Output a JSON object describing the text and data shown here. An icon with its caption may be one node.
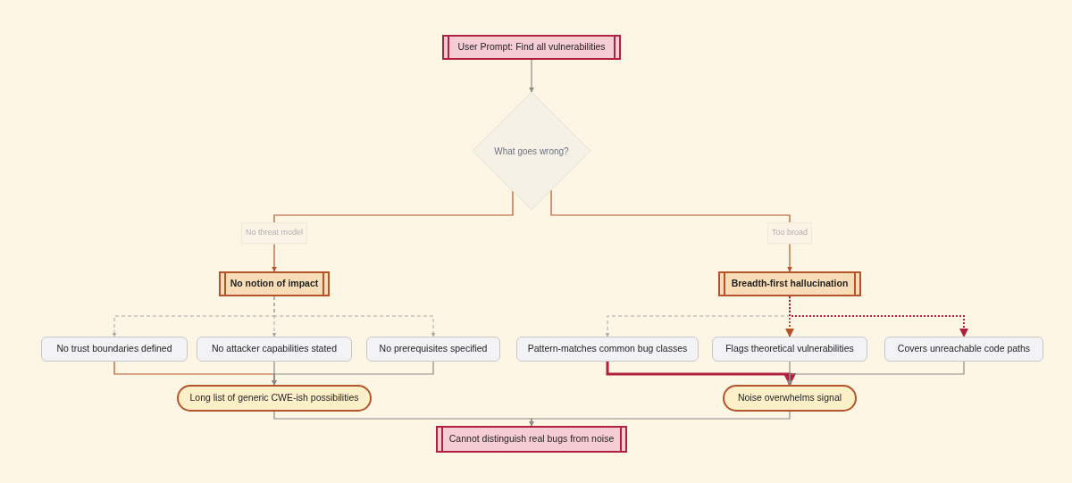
{
  "diagram": {
    "nodes": [
      {
        "text": [
          "User Prompt: Find all vulnerabilities"
        ]
      },
      {
        "text": [
          "What goes wrong?"
        ]
      },
      {
        "text": [
          "No notion of impact"
        ]
      },
      {
        "text": [
          "Breadth-first hallucination"
        ]
      },
      {
        "text": [
          "No trust boundaries defined"
        ]
      },
      {
        "text": [
          "No attacker capabilities stated"
        ]
      },
      {
        "text": [
          "No prerequisites specified"
        ]
      },
      {
        "text": [
          "Pattern-matches common bug classes"
        ]
      },
      {
        "text": [
          "Flags theoretical vulnerabilities"
        ]
      },
      {
        "text": [
          "Covers unreachable code paths"
        ]
      },
      {
        "text": [
          "Long list of generic CWE-ish possibilities"
        ]
      },
      {
        "text": [
          "Noise overwhelms signal"
        ]
      },
      {
        "text": [
          "Cannot distinguish real bugs from noise"
        ]
      }
    ],
    "edges": [
      {
        "from": 0,
        "to": 1,
        "arrow": "to"
      },
      {
        "from": 1,
        "to": 2,
        "arrow": "to",
        "label": "No threat model",
        "color": "#b5532a"
      },
      {
        "from": 1,
        "to": 3,
        "arrow": "to",
        "label": "Too broad",
        "color": "#b5532a"
      },
      {
        "from": 2,
        "to": 4,
        "arrow": "to",
        "style": "dashed",
        "color": "#a8a8a8"
      },
      {
        "from": 2,
        "to": 5,
        "arrow": "to",
        "style": "dashed",
        "color": "#a8a8a8"
      },
      {
        "from": 2,
        "to": 6,
        "arrow": "to",
        "style": "dashed",
        "color": "#a8a8a8"
      },
      {
        "from": 3,
        "to": 7,
        "arrow": "to",
        "style": "dashed",
        "color": "#a8a8a8"
      },
      {
        "from": 3,
        "to": 8,
        "arrow": "to",
        "style": "dashed",
        "color": "#b5532a"
      },
      {
        "from": 3,
        "to": 9,
        "arrow": "to",
        "style": "dashed",
        "color": "#b0203f"
      },
      {
        "from": 4,
        "to": 10,
        "arrow": "to",
        "color": "#b5532a"
      },
      {
        "from": 5,
        "to": 10,
        "arrow": "to"
      },
      {
        "from": 6,
        "to": 10,
        "arrow": "to"
      },
      {
        "from": 7,
        "to": 11,
        "arrow": "to",
        "style": "thick",
        "color": "#b0203f"
      },
      {
        "from": 8,
        "to": 11,
        "arrow": "to"
      },
      {
        "from": 9,
        "to": 11,
        "arrow": "to"
      },
      {
        "from": 10,
        "to": 12,
        "arrow": "to"
      },
      {
        "from": 11,
        "to": 12,
        "arrow": "to"
      }
    ]
  }
}
